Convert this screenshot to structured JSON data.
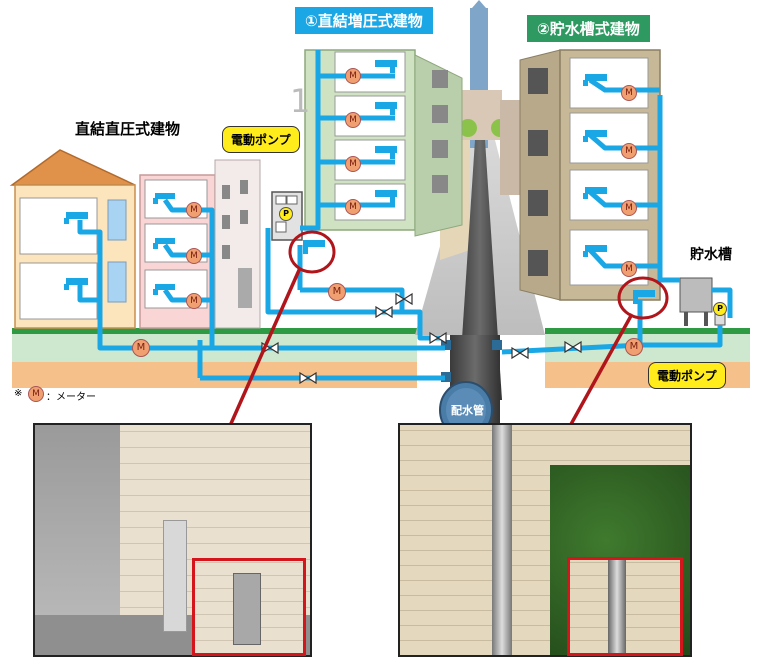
{
  "labels": {
    "building1": "①直結増圧式建物",
    "building2": "②貯水槽式建物",
    "building_direct": "直結直圧式建物",
    "pump_left": "電動ポンプ",
    "pump_right": "電動ポンプ",
    "tank": "貯水槽",
    "main_pipe": "配水管",
    "meter_symbol": "M",
    "pump_symbol": "P",
    "legend_prefix": "※",
    "legend_text": "：メーター",
    "floor_number": "1"
  },
  "colors": {
    "badge1": "#1ba6e6",
    "badge2": "#2e9a62",
    "pipe": "#1aa7e6",
    "meter": "#f0a070",
    "callout": "#ffec1a",
    "highlight": "#b0151b"
  }
}
